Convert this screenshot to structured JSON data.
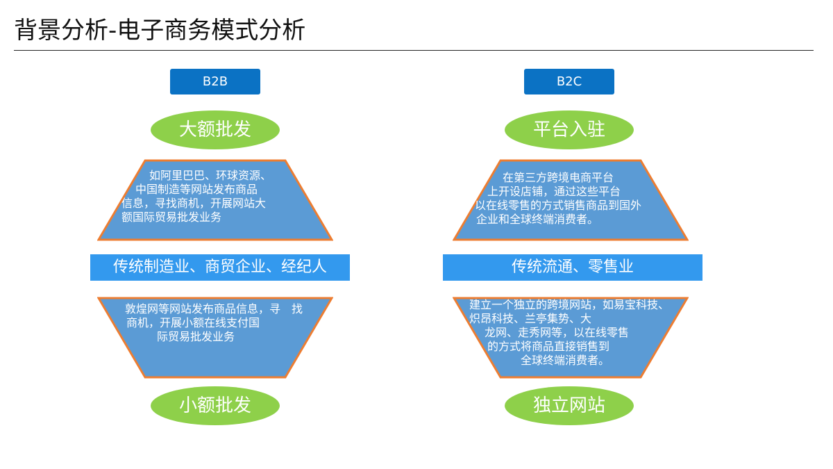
{
  "title": "背景分析-电子商务模式分析",
  "left": {
    "tag": "B2B",
    "top_oval": "大额批发",
    "top_text": [
      "如阿里巴巴、环球资源、",
      "中国制造等网站发布商品",
      "信息，寻找商机，开展网站大",
      "额国际贸易批发业务"
    ],
    "band": "传统制造业、商贸企业、经纪人",
    "bottom_text": [
      "敦煌网等网站发布商品信息，寻　找",
      "商机，开展小额在线支付国",
      "际贸易批发业务"
    ],
    "bottom_oval": "小额批发"
  },
  "right": {
    "tag": "B2C",
    "top_oval": "平台入驻",
    "top_text": [
      "在第三方跨境电商平台",
      "上开设店铺，通过这些平台",
      "以在线零售的方式销售商品到国外",
      "企业和全球终端消费者。"
    ],
    "band": "传统流通、零售业",
    "bottom_text": [
      "建立一个独立的跨境网站，如易宝科技、",
      "炽昂科技、兰亭集势、大",
      "龙网、走秀网等，以在线零售",
      "的方式将商品直接销售到",
      "全球终端消费者。"
    ],
    "bottom_oval": "独立网站"
  },
  "colors": {
    "tag_bg": "#0b72c4",
    "oval_bg": "#8ed04a",
    "trap_fill": "#5b9bd5",
    "trap_border": "#ed7d31",
    "band_bg": "#3399ee"
  }
}
